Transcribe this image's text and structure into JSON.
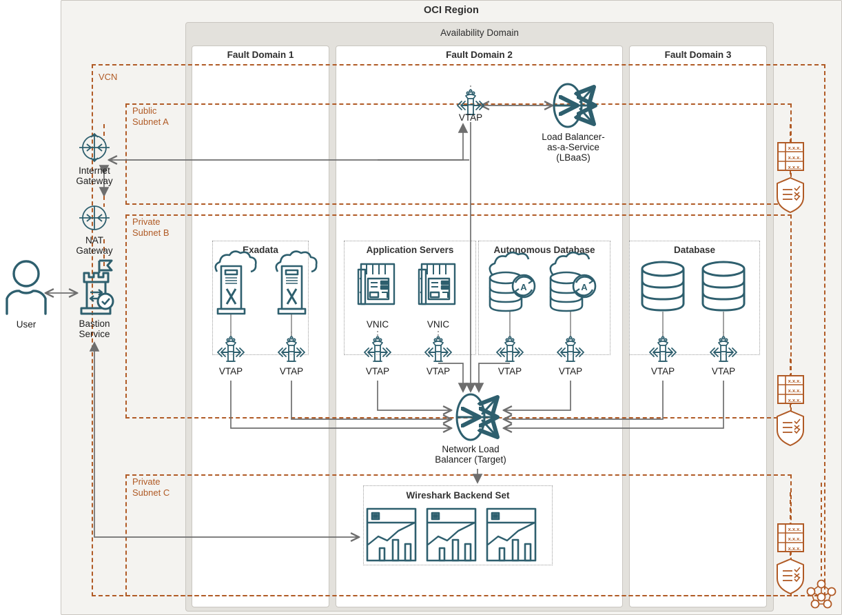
{
  "region": {
    "title": "OCI Region"
  },
  "availability_domain": {
    "title": "Availability Domain"
  },
  "fault_domains": [
    {
      "label": "Fault Domain 1"
    },
    {
      "label": "Fault Domain 2"
    },
    {
      "label": "Fault Domain 3"
    }
  ],
  "vcn": {
    "label": "VCN"
  },
  "subnets": [
    {
      "label": "Public\nSubnet A",
      "line1": "Public",
      "line2": "Subnet A"
    },
    {
      "label": "Private\nSubnet B",
      "line1": "Private",
      "line2": "Subnet B"
    },
    {
      "label": "Private\nSubnet C",
      "line1": "Private",
      "line2": "Subnet C"
    }
  ],
  "external": {
    "user": "User",
    "internet_gateway_l1": "Internet",
    "internet_gateway_l2": "Gateway",
    "nat_gateway_l1": "NAT",
    "nat_gateway_l2": "Gateway",
    "bastion_l1": "Bastion",
    "bastion_l2": "Service"
  },
  "groups": {
    "exadata": "Exadata",
    "app_servers": "Application Servers",
    "autonomous_db": "Autonomous Database",
    "database": "Database",
    "wireshark": "Wireshark Backend Set"
  },
  "nodes": {
    "vtap": "VTAP",
    "vnic": "VNIC",
    "lbaas_l1": "Load Balancer-",
    "lbaas_l2": "as-a-Service",
    "lbaas_l3": "(LBaaS)",
    "nlb_l1": "Network Load",
    "nlb_l2": "Balancer (Target)"
  },
  "route_table": {
    "rows": [
      "x.x.x.",
      "x.x.x.",
      "x.x.x."
    ]
  },
  "icons": {
    "vtap": "vtap-icon",
    "vnic": "vnic-icon",
    "exadata": "exadata-icon",
    "autonomous_db": "autonomous-database-icon",
    "database": "database-icon",
    "load_balancer": "load-balancer-icon",
    "network_load_balancer": "network-load-balancer-icon",
    "wireshark": "wireshark-analytics-icon",
    "internet_gateway": "internet-gateway-icon",
    "nat_gateway": "nat-gateway-icon",
    "bastion": "bastion-service-icon",
    "user": "user-icon",
    "route_table": "route-table-icon",
    "security_list": "security-list-icon",
    "network_mesh": "network-mesh-icon"
  },
  "colors": {
    "teal": "#2e5f6e",
    "rust": "#b05a25",
    "region_bg": "#f4f3f0",
    "ad_bg": "#e3e1dc",
    "fd_bg": "#ffffff",
    "wire": "#6e6e6e",
    "text": "#1c1c1c"
  },
  "counts": {
    "exadata_instances": 2,
    "app_server_instances": 2,
    "autonomous_db_instances": 2,
    "database_instances": 2,
    "wireshark_instances": 3,
    "route_tables": 3,
    "security_lists": 3,
    "vtaps": 9
  }
}
